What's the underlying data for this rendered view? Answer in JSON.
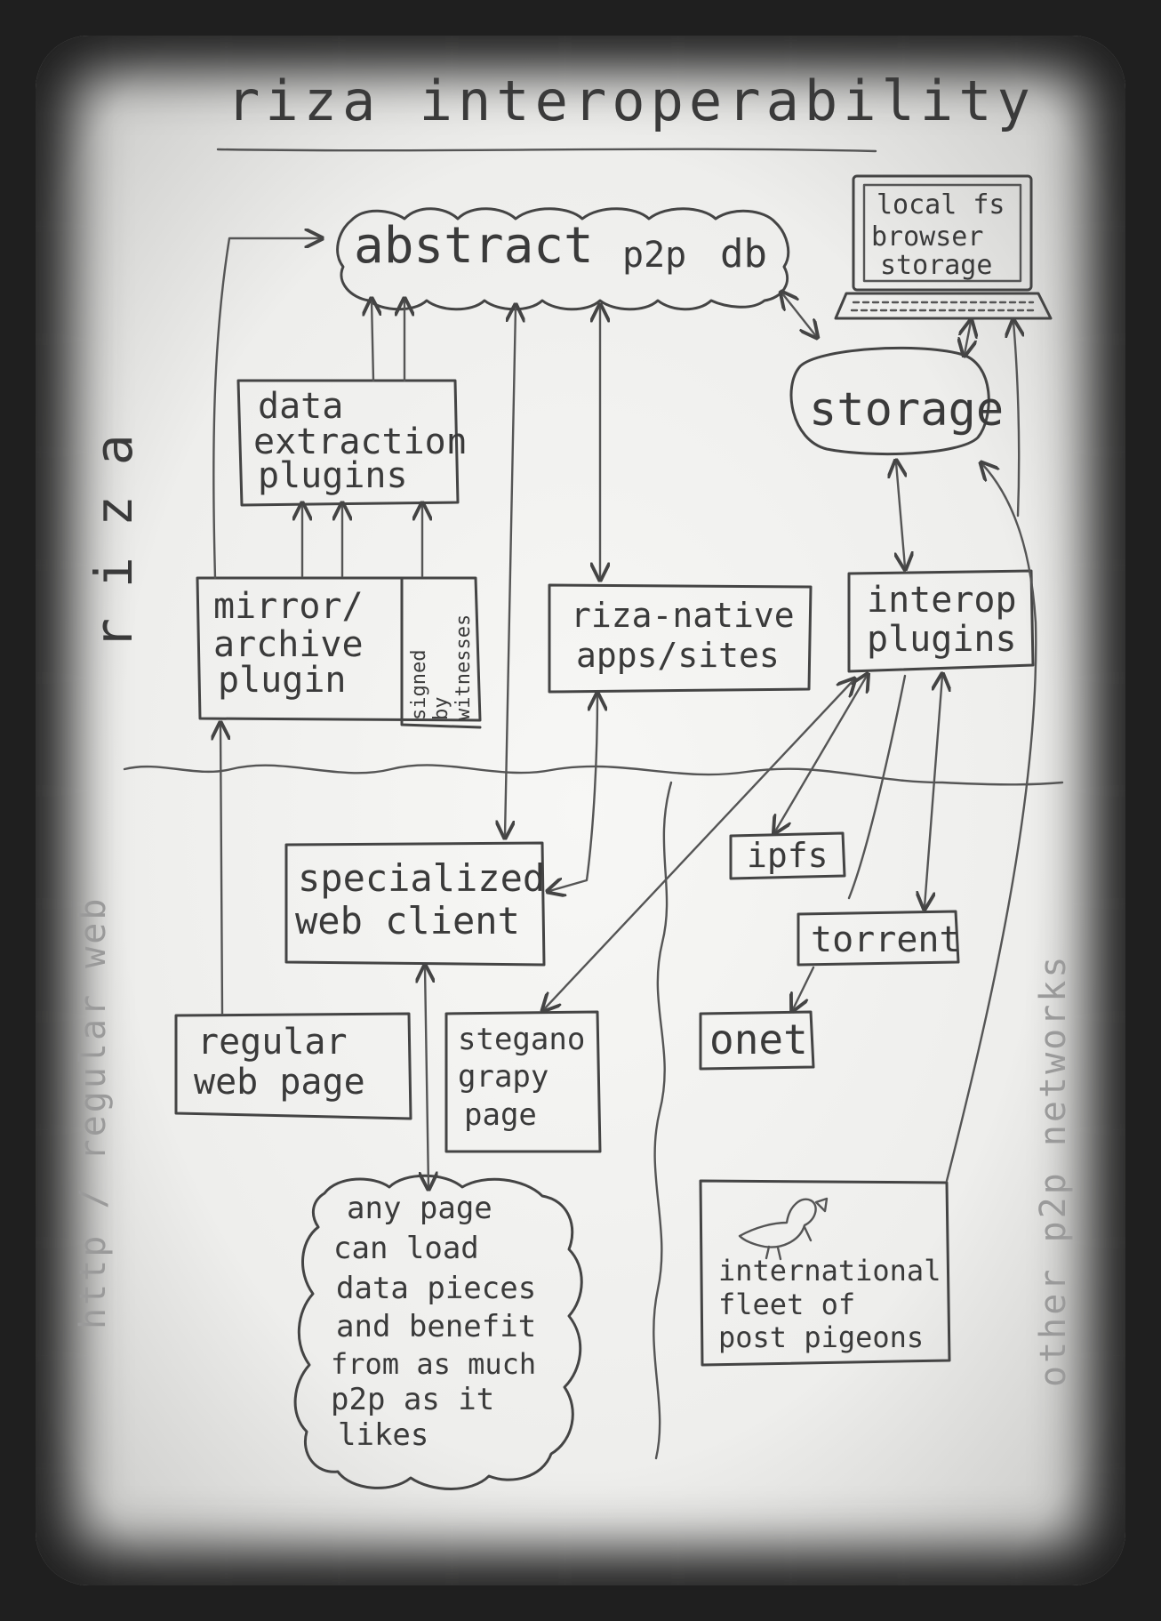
{
  "title": "riza interoperability",
  "zones": {
    "top": "riza",
    "left_bottom": "http / regular web",
    "right_bottom": "other p2p networks"
  },
  "nodes": {
    "abstract_db": {
      "line1": "abstract",
      "line2": "p2p",
      "line3": "db"
    },
    "local_fs": {
      "lines": [
        "local fs",
        "browser",
        "storage"
      ]
    },
    "storage": {
      "label": "storage"
    },
    "data_extraction": {
      "lines": [
        "data",
        "extraction",
        "plugins"
      ]
    },
    "mirror_archive": {
      "lines": [
        "mirror/",
        "archive",
        "plugin"
      ]
    },
    "signed": {
      "lines": [
        "signed",
        "by",
        "witnesses"
      ]
    },
    "riza_native": {
      "lines": [
        "riza-native",
        "apps/sites"
      ]
    },
    "interop": {
      "lines": [
        "interop",
        "plugins"
      ]
    },
    "specialized": {
      "lines": [
        "specialized",
        "web client"
      ]
    },
    "ipfs": {
      "label": "ipfs"
    },
    "torrent": {
      "label": "torrent"
    },
    "onet": {
      "label": "onet"
    },
    "regular_web": {
      "lines": [
        "regular",
        "web page"
      ]
    },
    "stegano": {
      "lines": [
        "stegano",
        "grapy",
        "page"
      ]
    },
    "any_page": {
      "lines": [
        "any page",
        "can load",
        "data pieces",
        "and benefit",
        "from as much",
        "p2p as it",
        "likes"
      ]
    },
    "pigeons": {
      "lines": [
        "international",
        "fleet of",
        "post pigeons"
      ]
    }
  },
  "icons": [
    "laptop-icon",
    "pigeon-icon"
  ]
}
